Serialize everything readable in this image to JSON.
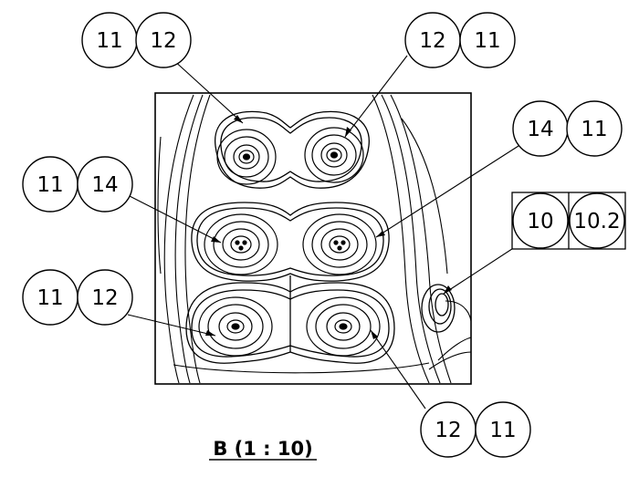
{
  "view": {
    "caption": "B (1 : 10)"
  },
  "balloons": [
    {
      "id": "top-left",
      "labels": [
        "11",
        "12"
      ]
    },
    {
      "id": "top-right",
      "labels": [
        "12",
        "11"
      ]
    },
    {
      "id": "mid-right",
      "labels": [
        "14",
        "11"
      ]
    },
    {
      "id": "mid-left",
      "labels": [
        "11",
        "14"
      ]
    },
    {
      "id": "lower-left",
      "labels": [
        "11",
        "12"
      ]
    },
    {
      "id": "bottom-right",
      "labels": [
        "12",
        "11"
      ]
    }
  ],
  "tag_box": {
    "labels": [
      "10",
      "10.2"
    ]
  }
}
